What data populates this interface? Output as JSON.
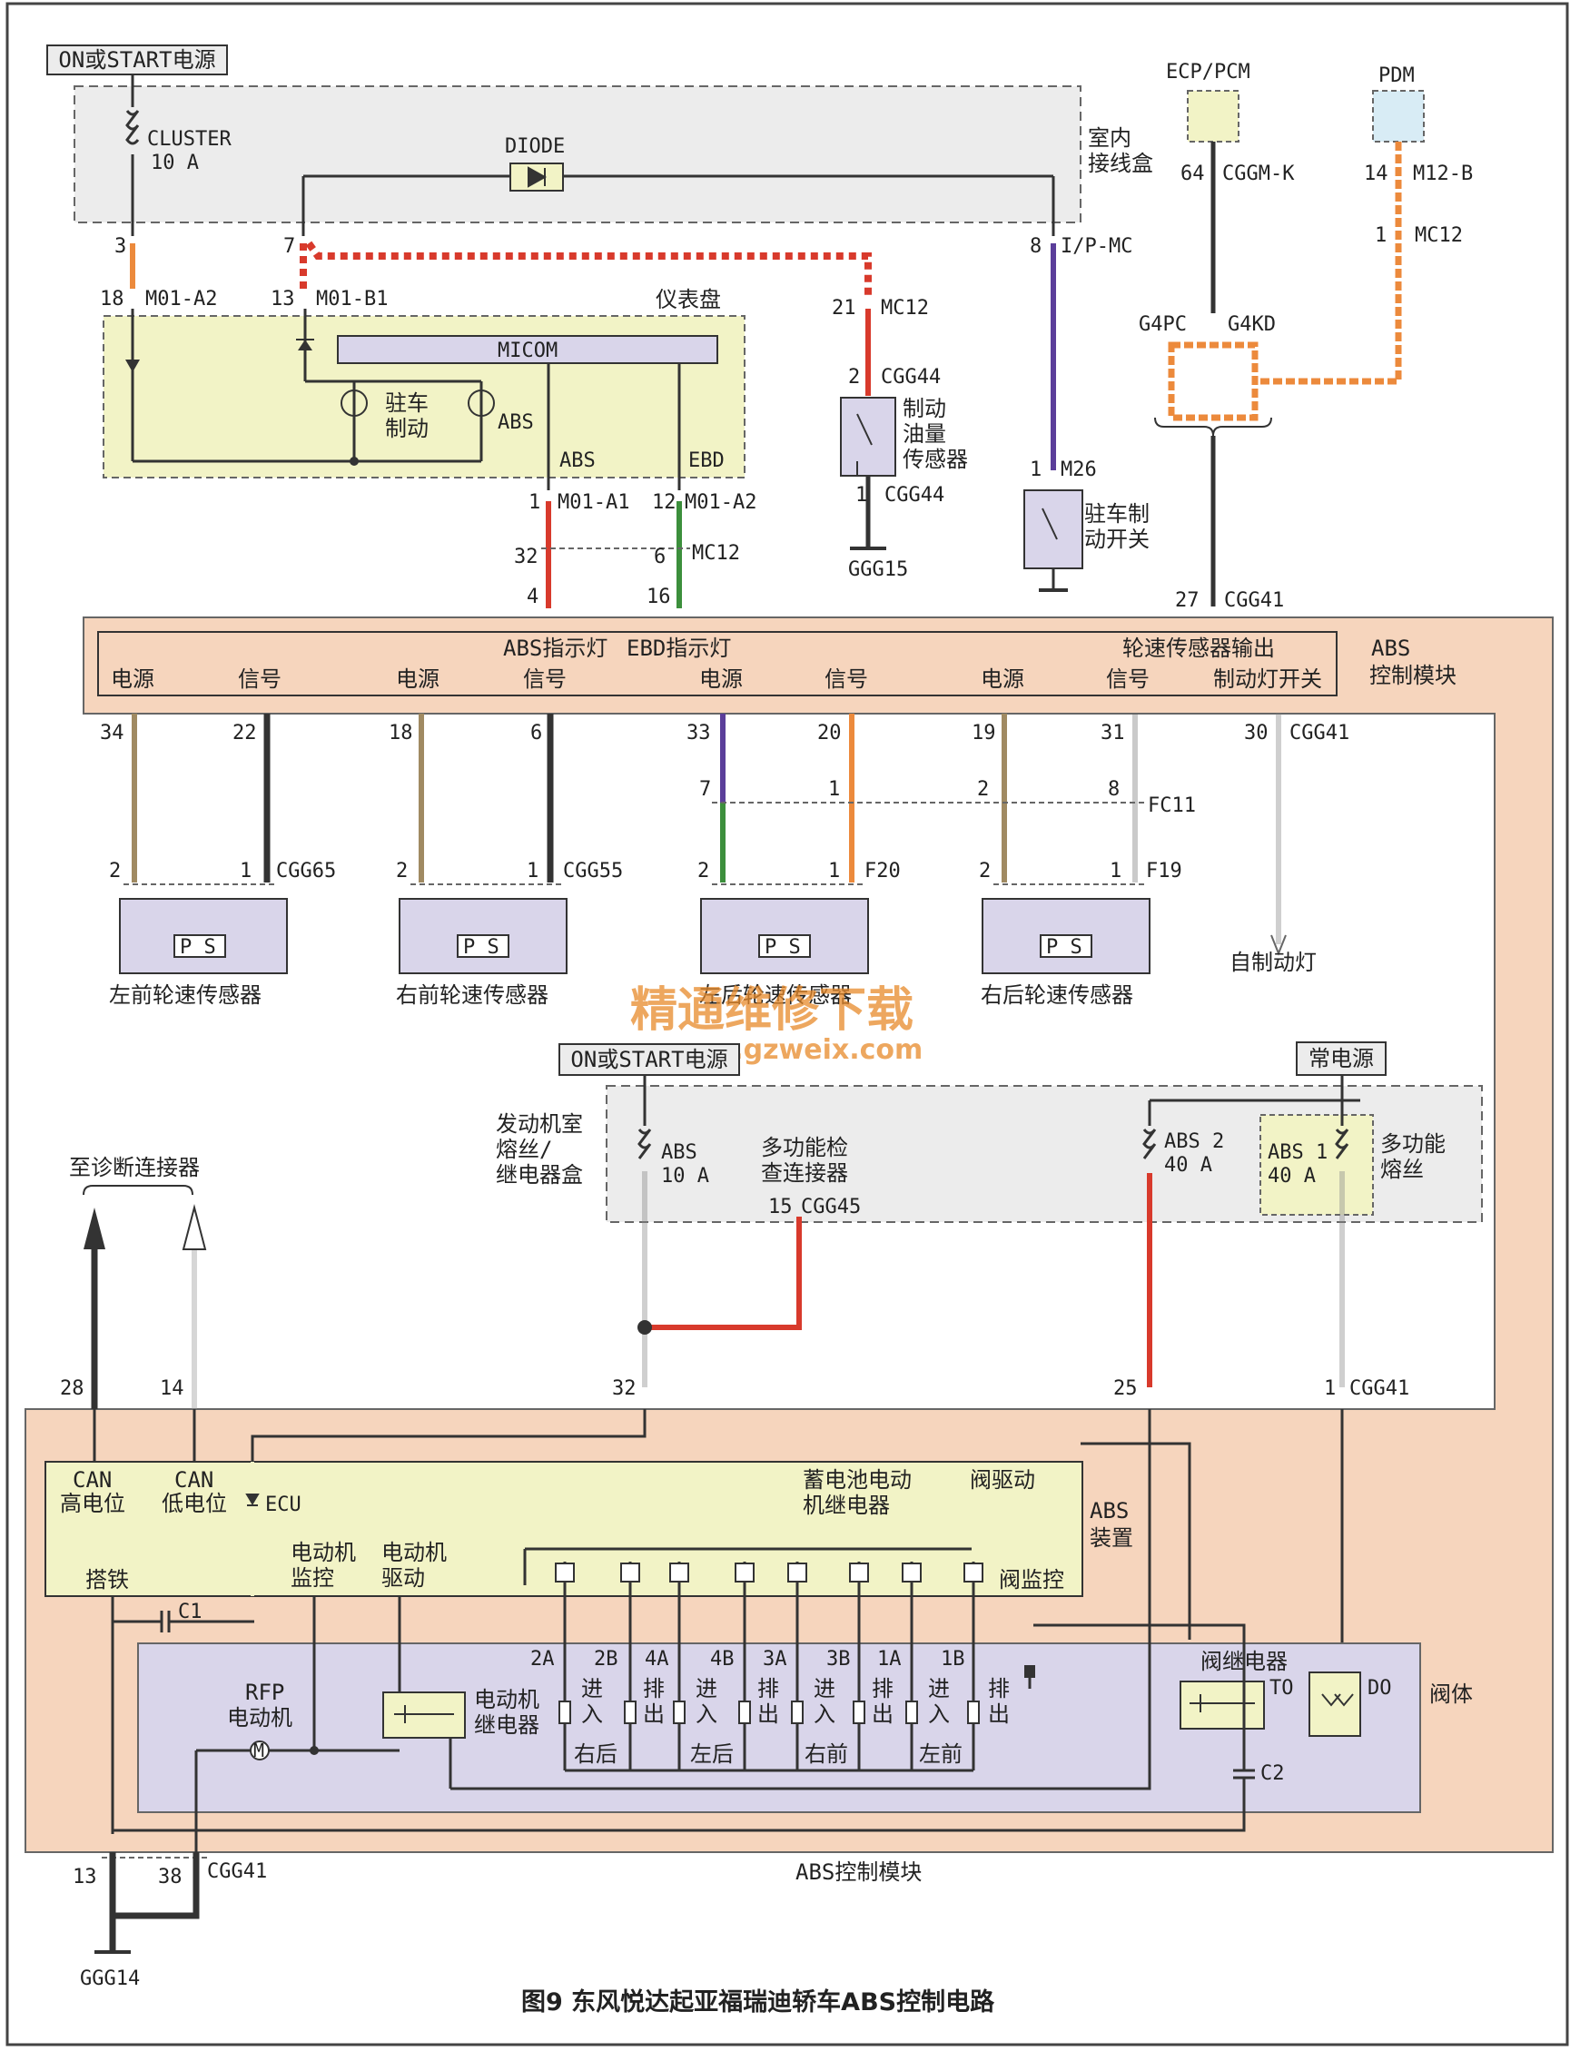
{
  "caption": "图9 东风悦达起亚福瑞迪轿车ABS控制电路",
  "watermark": {
    "cn": "精通维修下载",
    "url": "www.gzweix.com"
  },
  "colors": {
    "orange_fill": "#f6d5bd",
    "gray_box": "#ececec",
    "yellow_box": "#f2f3c6",
    "lavender": "#d9d5ea",
    "red": "#d83a2c",
    "green": "#3c8f3c",
    "purple": "#5b3e9a",
    "tan": "#a08a62",
    "orange_wire": "#ec8a3c",
    "black": "#222222"
  },
  "top": {
    "power_on_start": "ON或START电源",
    "cluster_fuse": "CLUSTER",
    "cluster_fuse_rating": "10 A",
    "diode": "DIODE",
    "interior_box": "室内\n接线盒",
    "pin3": "3",
    "pin7": "7",
    "pin8": "8",
    "ip_mc": "I/P-MC",
    "ecp_pcm": "ECP/PCM",
    "pin64": "64",
    "cggm_k": "CGGM-K",
    "pdm": "PDM",
    "pin14": "14",
    "m12b": "M12-B",
    "pin1": "1",
    "mc12a": "MC12",
    "g4pc": "G4PC",
    "g4kd": "G4KD",
    "pin27": "27",
    "cgg41a": "CGG41"
  },
  "cluster": {
    "title": "仪表盘",
    "pin18": "18",
    "m01a2": "M01-A2",
    "pin13": "13",
    "m01b1": "M01-B1",
    "micom": "MICOM",
    "parking_lamp": "驻车\n制动",
    "abs_lamp": "ABS",
    "abs_out": "ABS",
    "ebd_out": "EBD",
    "p1": "1",
    "m01a1": "M01-A1",
    "p12": "12",
    "m01a2b": "M01-A2",
    "p32": "32",
    "p6": "6",
    "mc12b": "MC12",
    "p4": "4",
    "p16": "16"
  },
  "brake_fluid": {
    "p21": "21",
    "mc12": "MC12",
    "p2": "2",
    "cgg44": "CGG44",
    "name": "制动\n油量\n传感器",
    "p1": "1",
    "cgg44b": "CGG44",
    "ggg15": "GGG15"
  },
  "parking_switch": {
    "p1": "1",
    "m26": "M26",
    "name": "驻车制\n动开关"
  },
  "abs_module_top": {
    "title": "ABS\n控制模块",
    "abs_lamp": "ABS指示灯",
    "ebd_lamp": "EBD指示灯",
    "wheel_out": "轮速传感器输出",
    "labels": [
      "电源",
      "信号",
      "电源",
      "信号",
      "电源",
      "信号",
      "电源",
      "信号",
      "制动灯开关"
    ],
    "pins": [
      "34",
      "22",
      "18",
      "6",
      "33",
      "20",
      "19",
      "31",
      "30"
    ],
    "cgg41": "CGG41"
  },
  "sensors": [
    {
      "name": "左前轮速传感器",
      "p2": "2",
      "p1": "1",
      "conn": "CGG65",
      "ps": "P S"
    },
    {
      "name": "右前轮速传感器",
      "p2": "2",
      "p1": "1",
      "conn": "CGG55",
      "ps": "P S"
    },
    {
      "name": "左后轮速传感器",
      "p2": "2",
      "p1": "1",
      "conn": "F20",
      "ps": "P S",
      "mid_l": "7",
      "mid_r": "1"
    },
    {
      "name": "右后轮速传感器",
      "p2": "2",
      "p1": "1",
      "conn": "F19",
      "ps": "P S",
      "mid_l": "2",
      "mid_r": "8",
      "mid_conn": "FC11"
    }
  ],
  "brake_lamp_dest": "自制动灯",
  "engine_box": {
    "power_on_start": "ON或START电源",
    "const_power": "常电源",
    "title": "发动机室\n熔丝/\n继电器盒",
    "abs_fuse": "ABS",
    "abs_fuse_rating": "10 A",
    "diag_check": "多功能检\n查连接器",
    "p15": "15",
    "cgg45": "CGG45",
    "abs2": "ABS 2",
    "abs2_rating": "40 A",
    "abs1": "ABS 1",
    "abs1_rating": "40 A",
    "multi_fuse": "多功能\n熔丝"
  },
  "diag": {
    "title": "至诊断连接器",
    "p28": "28",
    "p14": "14",
    "p32": "32",
    "p25": "25",
    "p1": "1",
    "cgg41": "CGG41"
  },
  "abs_unit": {
    "can_high": "CAN\n高电位",
    "can_low": "CAN\n低电位",
    "ecu": "ECU",
    "ground": "搭铁",
    "c1": "C1",
    "motor_mon": "电动机\n监控",
    "motor_drive": "电动机\n驱动",
    "battery_relay": "蓄电池电动\n机继电器",
    "valve_drive": "阀驱动",
    "title": "ABS\n装置",
    "valve_mon": "阀监控",
    "valve_body": "阀体",
    "valve_relay": "阀继电器",
    "to": "TO",
    "do": "DO",
    "c2": "C2",
    "rfp": "RFP\n电动机",
    "motor_relay": "电动机\n继电器",
    "valves": [
      {
        "id": "2A",
        "fn": "进\n入"
      },
      {
        "id": "2B",
        "fn": "排\n出"
      },
      {
        "id": "4A",
        "fn": "进\n入"
      },
      {
        "id": "4B",
        "fn": "排\n出"
      },
      {
        "id": "3A",
        "fn": "进\n入"
      },
      {
        "id": "3B",
        "fn": "排\n出"
      },
      {
        "id": "1A",
        "fn": "进\n入"
      },
      {
        "id": "1B",
        "fn": "排\n出"
      }
    ],
    "groups": [
      "右后",
      "左后",
      "右前",
      "左前"
    ]
  },
  "bottom": {
    "module": "ABS控制模块",
    "p13": "13",
    "p38": "38",
    "cgg41": "CGG41",
    "ggg14": "GGG14"
  }
}
